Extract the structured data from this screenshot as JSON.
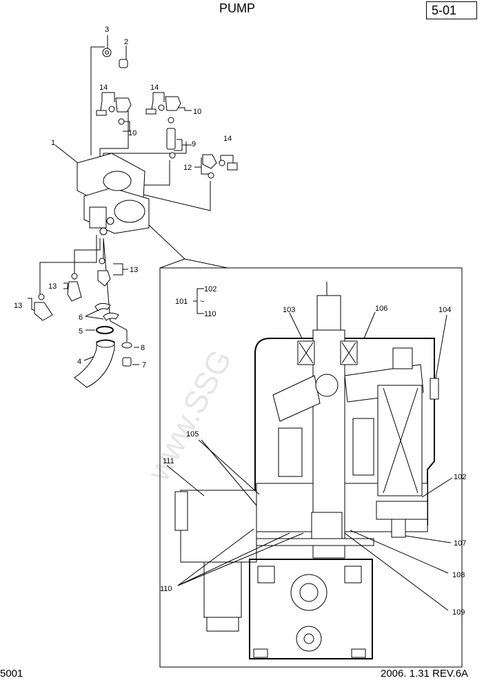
{
  "header": {
    "title": "PUMP",
    "page_number": "5-01"
  },
  "footer": {
    "code": "5001",
    "revision": "2006. 1.31  REV.6A"
  },
  "watermark": "www.SSG",
  "callouts": {
    "c1": "1",
    "c2": "2",
    "c3": "3",
    "c4": "4",
    "c5": "5",
    "c6": "6",
    "c7": "7",
    "c8": "8",
    "c9": "9",
    "c10a": "10",
    "c10b": "10",
    "c12": "12",
    "c13a": "13",
    "c13b": "13",
    "c13c": "13",
    "c14a": "14",
    "c14b": "14",
    "c14c": "14",
    "c101": "101",
    "c102top": "102",
    "c110top": "110",
    "tilde": "~",
    "c102": "102",
    "c103": "103",
    "c104": "104",
    "c105": "105",
    "c106": "106",
    "c107": "107",
    "c108": "108",
    "c109": "109",
    "c110": "110",
    "c111": "111"
  }
}
